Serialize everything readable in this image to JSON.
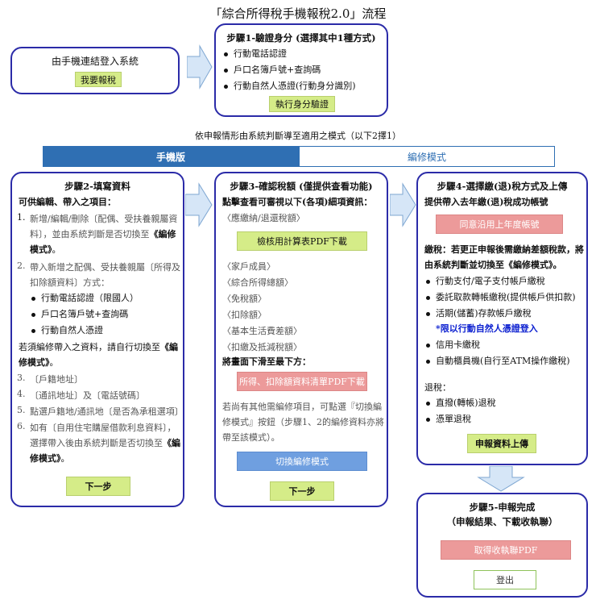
{
  "title": "「綜合所得稅手機報稅2.0」流程",
  "login_box": {
    "heading": "由手機連結登入系統",
    "button": "我要報稅"
  },
  "step1": {
    "heading": "步驟1-驗證身分 (選擇其中1種方式)",
    "items": [
      "行動電話認證",
      "戶口名簿戶號+查詢碼",
      "行動自然人憑證(行動身分識別)"
    ],
    "button": "執行身分驗證"
  },
  "mode_note": "依申報情形由系統判斷導至適用之模式（以下2擇1）",
  "tabs": {
    "left": "手機版",
    "right": "編修模式"
  },
  "step2": {
    "heading": "步驟2-填寫資料",
    "subheading": "可供編輯、帶入之項目：",
    "item1_l1": "新增/編輯/刪除〔配偶、受扶養親屬資",
    "item1_l2": "料〕，並由系統判斷是否切換至",
    "item1_bold": "《編修",
    "item1_l3": "模式》",
    "item1_end": "。",
    "item2_l1": "帶入新增之配偶、受扶養親屬〔所得及",
    "item2_l2": "扣除額資料〕方式：",
    "item2_subs": [
      "行動電話認證（限國人）",
      "戶口名簿戶號+查詢碼",
      "行動自然人憑證"
    ],
    "note_l1": "若須編修帶入之資料，請自行切換至",
    "note_bold1": "《編",
    "note_bold2": "修模式》",
    "note_end": "。",
    "item3": "〔戶籍地址〕",
    "item4": "〔通訊地址〕及〔電話號碼〕",
    "item5": "點選戶籍地/通訊地〔是否為承租選項〕",
    "item6_l1": "如有〔自用住宅購屋借款利息資料〕，",
    "item6_l2": "選擇帶入後由系統判斷是否切換至",
    "item6_bold1": "《編",
    "item6_bold2": "修模式》",
    "item6_end": "。",
    "nums": [
      "1.",
      "2.",
      "3.",
      "4.",
      "5.",
      "6."
    ],
    "button": "下一步"
  },
  "step3": {
    "heading": "步驟3-確認稅額 (僅提供查看功能)",
    "subheading": "點擊查看可審視以下(各項)細項資訊：",
    "line1": "〈應繳納/退還稅額〉",
    "pdf_button": "檢核用計算表PDF下載",
    "lines": [
      "〈家戶成員〉",
      "〈綜合所得總額〉",
      "〈免稅額〉",
      "〈扣除額〉",
      "〈基本生活費差額〉",
      "〈扣繳及抵減稅額〉"
    ],
    "scroll_note": "將畫面下滑至最下方：",
    "deduction_button": "所得、扣除額資料清單PDF下載",
    "edit_note_l1": "若尚有其他需編修項目，可點選『切換編",
    "edit_note_l2": "修模式』按鈕（步驟1、2的編修資料亦將",
    "edit_note_l3": "帶至該模式）。",
    "switch_button": "切換編修模式",
    "next_button": "下一步"
  },
  "step4": {
    "heading": "步驟4-選擇繳(退)稅方式及上傳",
    "subheading": "提供帶入去年繳(退)稅成功帳號",
    "agree_button": "同意沿用上年度帳號",
    "pay_l1": "繳稅：若更正申報後需繳納差額稅款，將",
    "pay_l2": "由系統判斷並切換至《編修模式》。",
    "pay_items": [
      "行動支付/電子支付帳戶繳稅",
      "委託取款轉帳繳稅(提供帳戶供扣款)",
      "活期(儲蓄)存款帳戶繳稅"
    ],
    "pay_note": "*限以行動自然人憑證登入",
    "pay_items2": [
      "信用卡繳稅",
      "自動櫃員機(自行至ATM操作繳稅)"
    ],
    "refund_label": "退稅：",
    "refund_items": [
      "直撥(轉帳)退稅",
      "憑單退稅"
    ],
    "upload_button": "申報資料上傳"
  },
  "step5": {
    "heading": "步驟5-申報完成",
    "subheading": "（申報結果、下載收執聯）",
    "receipt_button": "取得收執聯PDF",
    "logout_button": "登出"
  }
}
